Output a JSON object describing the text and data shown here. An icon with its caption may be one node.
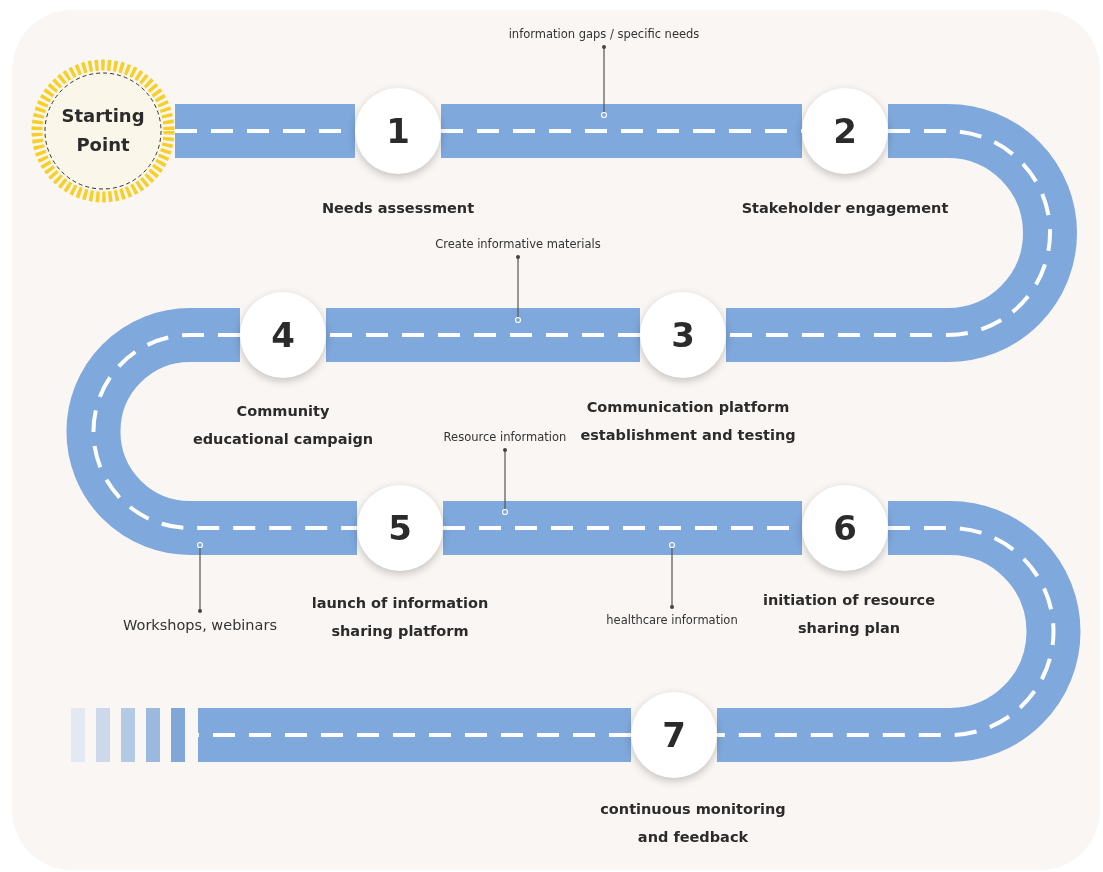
{
  "diagram": {
    "nodes": [
      {
        "text": [
          "Starting Point"
        ]
      },
      {
        "text": [
          "1"
        ],
        "beside": [
          "Needs assessment"
        ]
      },
      {
        "text": [
          "2"
        ],
        "beside": [
          "Stakeholder engagement"
        ]
      },
      {
        "text": [
          "3"
        ],
        "beside": [
          "Communication platform establishment and testing"
        ]
      },
      {
        "text": [
          "4"
        ],
        "beside": [
          "Community educational campaign"
        ]
      },
      {
        "text": [
          "5"
        ],
        "beside": [
          "launch of information sharing platform"
        ]
      },
      {
        "text": [
          "6"
        ],
        "beside": [
          "initiation of resource sharing plan"
        ]
      },
      {
        "text": [
          "7"
        ],
        "beside": [
          "continuous monitoring and feedback"
        ]
      },
      {
        "text": [
          "information gaps / specific needs"
        ]
      },
      {
        "text": [
          "Create informative materials"
        ]
      },
      {
        "text": [
          "Resource information"
        ]
      },
      {
        "text": [
          "Workshops, webinars"
        ]
      },
      {
        "text": [
          "healthcare information"
        ]
      }
    ],
    "edges": [
      {
        "from": 0,
        "to": 1,
        "arrow": "none"
      },
      {
        "from": 1,
        "to": 2,
        "arrow": "none"
      },
      {
        "from": 2,
        "to": 3,
        "arrow": "none"
      },
      {
        "from": 3,
        "to": 4,
        "arrow": "none"
      },
      {
        "from": 4,
        "to": 5,
        "arrow": "none"
      },
      {
        "from": 5,
        "to": 6,
        "arrow": "none"
      },
      {
        "from": 6,
        "to": 7,
        "arrow": "none"
      },
      {
        "from": 7,
        "to": null,
        "arrow": "none"
      },
      {
        "from": 8,
        "to": null,
        "arrow": "other",
        "color": "#555555"
      },
      {
        "from": 9,
        "to": null,
        "arrow": "other",
        "color": "#555555"
      },
      {
        "from": 10,
        "to": null,
        "arrow": "other",
        "color": "#555555"
      },
      {
        "from": 11,
        "to": null,
        "arrow": "other",
        "color": "#555555"
      },
      {
        "from": 12,
        "to": null,
        "arrow": "other",
        "color": "#555555"
      }
    ]
  }
}
